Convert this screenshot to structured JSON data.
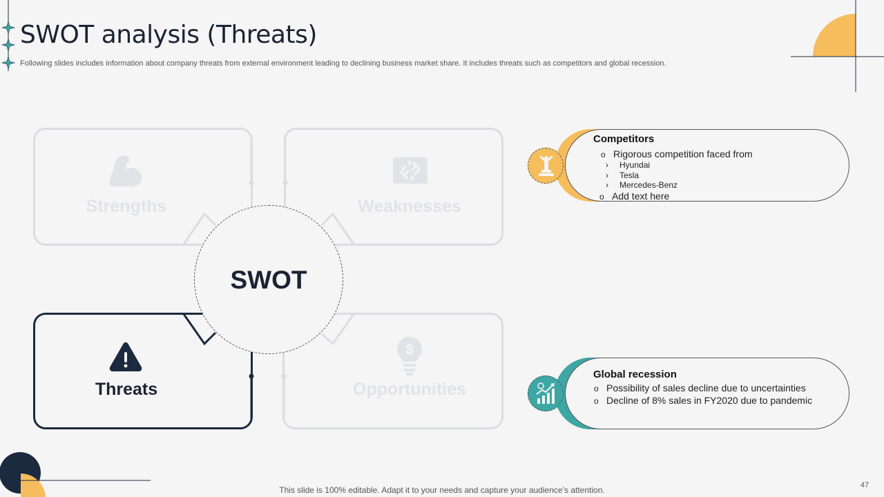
{
  "title": "SWOT analysis (Threats)",
  "subtitle": "Following slides includes information about company threats from external environment leading to declining business market share. It includes threats such as competitors and global recession.",
  "swot": {
    "center": "SWOT",
    "strengths": "Strengths",
    "weaknesses": "Weaknesses",
    "opportunities": "Opportunities",
    "threats": "Threats"
  },
  "cards": [
    {
      "title": "Competitors",
      "bullet_1": "Rigorous competition faced from",
      "sub_bullets": [
        "Hyundai",
        "Tesla",
        "Mercedes-Benz"
      ],
      "bullet_2": "Add text here",
      "accent": "#f6bd5c",
      "icon": "chess-piece-icon"
    },
    {
      "title": "Global recession",
      "bullet_1": "Possibility of sales decline due to uncertainties",
      "bullet_2": "Decline of 8% sales in FY2020 due to pandemic",
      "accent": "#3da7a4",
      "icon": "growth-chart-icon"
    }
  ],
  "footer": "This slide is 100% editable. Adapt it to your needs and capture your audience’s attention.",
  "page_number": "47",
  "colors": {
    "navy": "#1b2a3e",
    "gold": "#f6bd5c",
    "teal": "#3da7a4",
    "faded": "#dcdde0"
  }
}
